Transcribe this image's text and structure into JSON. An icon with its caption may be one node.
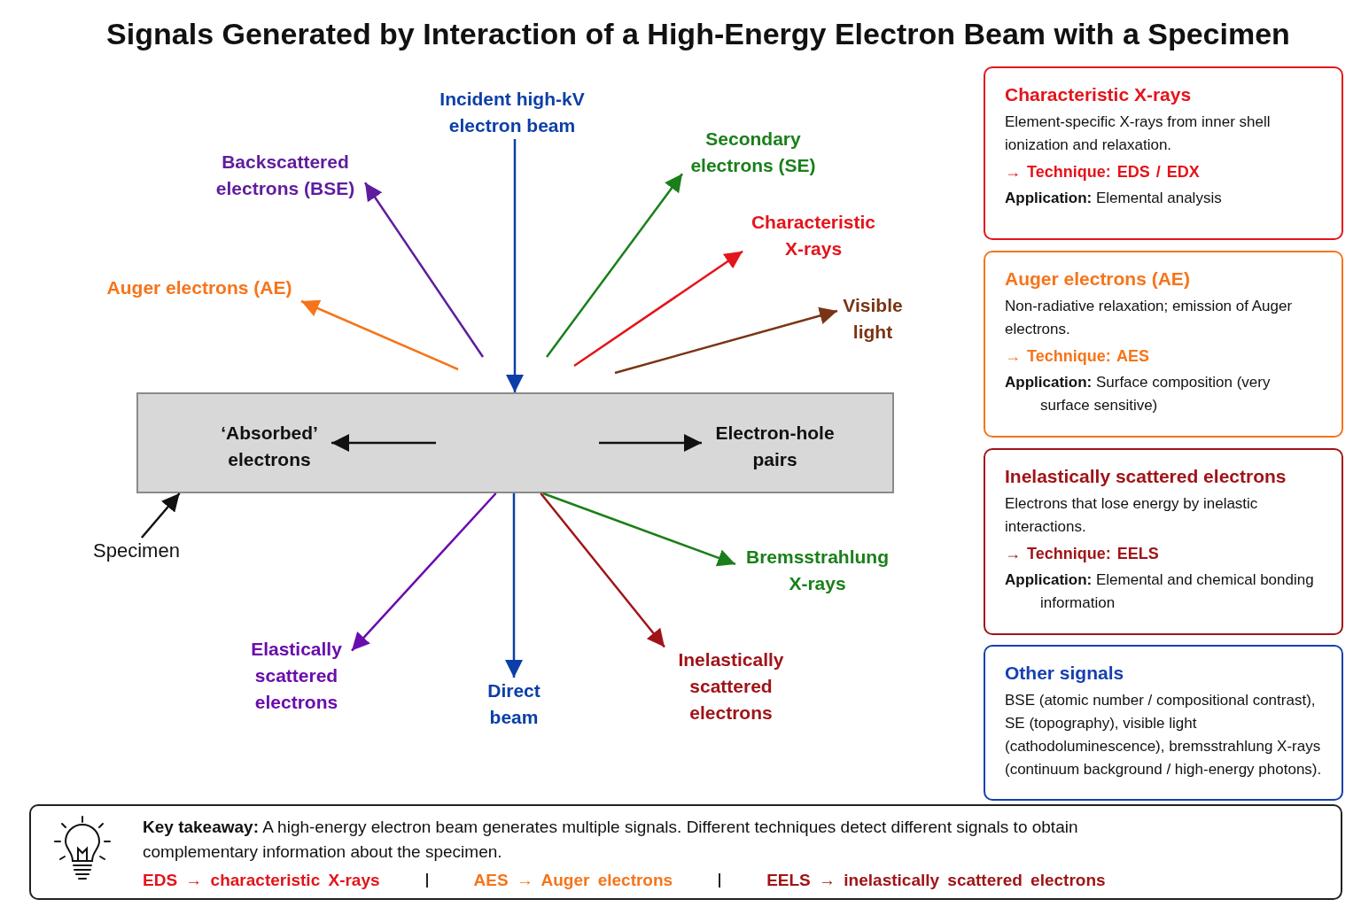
{
  "diagram": {
    "title": "Signals Generated by Interaction of a High-Energy Electron Beam with a Specimen",
    "nodes": [
      {
        "text": [
          "Incident high-kV electron beam"
        ]
      },
      {
        "text": [
          "Backscattered electrons (BSE)"
        ]
      },
      {
        "text": [
          "Secondary electrons (SE)"
        ]
      },
      {
        "text": [
          "Characteristic X-rays"
        ]
      },
      {
        "text": [
          "Auger electrons (AE)"
        ]
      },
      {
        "text": [
          "Visible light"
        ]
      },
      {
        "text": [],
        "shape": "box"
      },
      {
        "text": [
          "‘Absorbed’ electrons"
        ],
        "in": 6
      },
      {
        "text": [
          "Electron-hole pairs"
        ],
        "in": 6
      },
      {
        "text": [
          "Specimen"
        ]
      },
      {
        "text": [
          "Bremsstrahlung X-rays"
        ]
      },
      {
        "text": [
          "Elastically scattered electrons"
        ]
      },
      {
        "text": [
          "Direct beam"
        ]
      },
      {
        "text": [
          "Inelastically scattered electrons"
        ]
      },
      {
        "text": [
          "Characteristic X-rays",
          "Element-specific X-rays from inner shell ionization and relaxation.",
          "→ Technique: EDS / EDX",
          "**Application:** Elemental analysis"
        ]
      },
      {
        "text": [
          "Auger electrons (AE)",
          "Non-radiative relaxation; emission of Auger electrons.",
          "→ Technique: AES",
          "**Application:** Surface composition (very surface sensitive)"
        ]
      },
      {
        "text": [
          "Inelastically scattered electrons",
          "Electrons that lose energy by inelastic interactions.",
          "→ Technique: EELS",
          "**Application:** Elemental and chemical bonding information"
        ]
      },
      {
        "text": [
          "Other signals",
          "BSE (atomic number / compositional contrast), SE (topography), visible light (cathodoluminescence), bremsstrahlung X-rays (continuum background / high-energy photons)."
        ]
      },
      {
        "text": [
          "**Key takeaway:** A high-energy electron beam generates multiple signals. Different techniques detect different signals to obtain complementary information about the specimen.",
          "EDS → characteristic X-rays",
          "AES → Auger electrons",
          "EELS → inelastically scattered electrons"
        ]
      }
    ],
    "edges": [
      {
        "from": 0,
        "to": 6,
        "arrow": "to",
        "color": "#0b3ea8"
      },
      {
        "from": null,
        "to": 1,
        "arrow": "to",
        "color": "#5f1d9e"
      },
      {
        "from": null,
        "to": 2,
        "arrow": "to",
        "color": "#1a7f1a"
      },
      {
        "from": null,
        "to": 3,
        "arrow": "to",
        "color": "#e4141b"
      },
      {
        "from": null,
        "to": 4,
        "arrow": "to",
        "color": "#f6741a"
      },
      {
        "from": null,
        "to": 5,
        "arrow": "to",
        "color": "#7a3414"
      },
      {
        "from": null,
        "to": 7,
        "arrow": "to"
      },
      {
        "from": null,
        "to": 8,
        "arrow": "to"
      },
      {
        "from": 9,
        "to": 6,
        "arrow": "to"
      },
      {
        "from": 6,
        "to": 10,
        "arrow": "to",
        "color": "#1a7f1a"
      },
      {
        "from": 6,
        "to": 11,
        "arrow": "to",
        "color": "#6a0dad"
      },
      {
        "from": 6,
        "to": 12,
        "arrow": "to",
        "color": "#0b3ea8"
      },
      {
        "from": 6,
        "to": 13,
        "arrow": "to",
        "color": "#a01418"
      }
    ]
  }
}
